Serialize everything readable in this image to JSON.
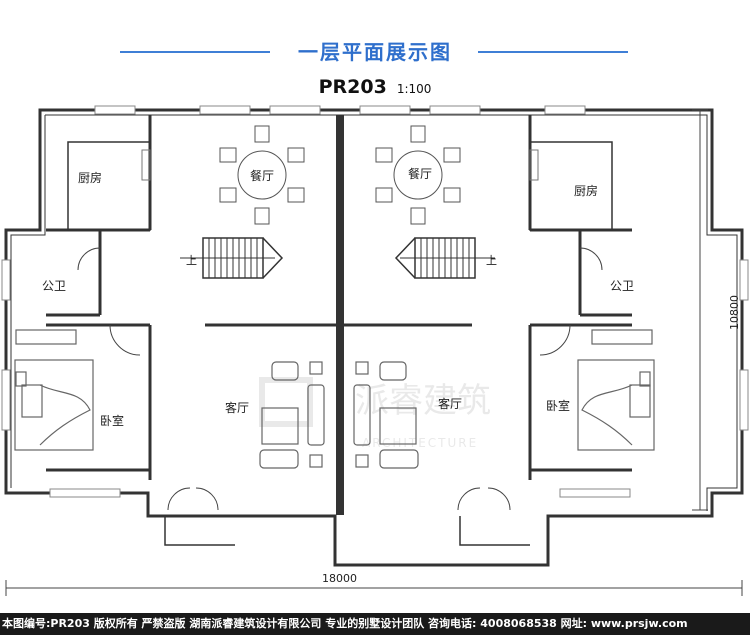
{
  "title": "一层平面展示图",
  "code": "PR203",
  "scale": "1:100",
  "rooms": {
    "kitchen_left": "厨房",
    "kitchen_right": "厨房",
    "dining_left": "餐厅",
    "dining_right": "餐厅",
    "bath_left": "公卫",
    "bath_right": "公卫",
    "bedroom_left": "卧室",
    "bedroom_right": "卧室",
    "living_left": "客厅",
    "living_right": "客厅"
  },
  "stairs": {
    "up_left": "上",
    "up_right": "上"
  },
  "dimensions": {
    "width": "18000",
    "height": "10800"
  },
  "watermark": {
    "main": "派睿建筑",
    "sub": "ARCHITECTURE"
  },
  "footer": "本图编号:PR203 版权所有 严禁盗版 湖南派睿建筑设计有限公司 专业的别墅设计团队 咨询电话: 4008068538 网址: www.prsjw.com",
  "colors": {
    "title": "#2f6fcc",
    "wall": "#333333",
    "window": "#888888",
    "footer_bg": "#1a1a1a"
  }
}
